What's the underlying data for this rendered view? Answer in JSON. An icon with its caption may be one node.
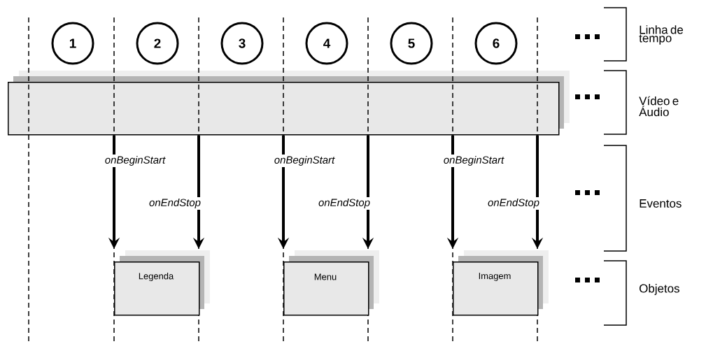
{
  "diagram": {
    "nodes": [
      {
        "text": [
          "1"
        ]
      },
      {
        "text": [
          "2"
        ]
      },
      {
        "text": [
          "3"
        ]
      },
      {
        "text": [
          "4"
        ]
      },
      {
        "text": [
          "5"
        ]
      },
      {
        "text": [
          "6"
        ]
      },
      {
        "text": [],
        "shape": "box"
      },
      {
        "text": [
          "Legenda"
        ]
      },
      {
        "text": [
          "Menu"
        ]
      },
      {
        "text": [
          "Imagem"
        ]
      }
    ],
    "edges": [
      {
        "from": 6,
        "to": 7,
        "arrow": "to",
        "label": "onBeginStart"
      },
      {
        "from": 6,
        "to": 7,
        "arrow": "to",
        "label": "onEndStop"
      },
      {
        "from": 6,
        "to": 8,
        "arrow": "to",
        "label": "onBeginStart"
      },
      {
        "from": 6,
        "to": 8,
        "arrow": "to",
        "label": "onEndStop"
      },
      {
        "from": 6,
        "to": 9,
        "arrow": "to",
        "label": "onBeginStart"
      },
      {
        "from": 6,
        "to": 9,
        "arrow": "to",
        "label": "onEndStop"
      }
    ],
    "labels": [
      "Linha de tempo",
      "Vídeo e Áudio",
      "Eventos",
      "Objetos"
    ]
  }
}
